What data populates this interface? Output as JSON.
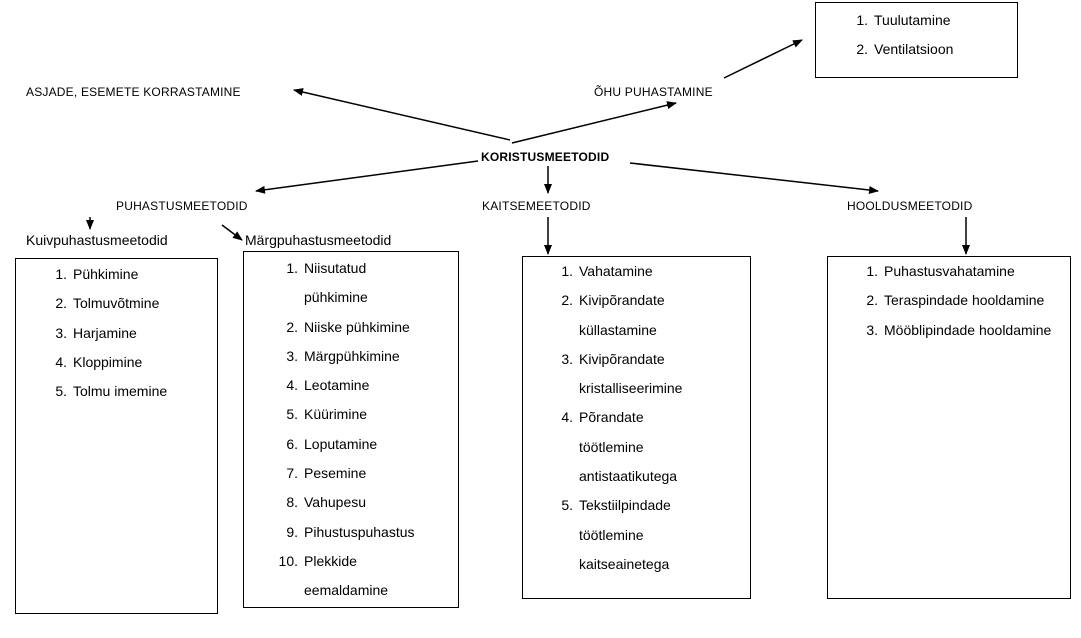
{
  "center": {
    "label": "KORISTUSMEETODID"
  },
  "top_left": {
    "label": "ASJADE, ESEMETE KORRASTAMINE"
  },
  "top_right": {
    "label": "ÕHU PUHASTAMINE",
    "items": [
      {
        "num": "1.",
        "text": "Tuulutamine"
      },
      {
        "num": "2.",
        "text": "Ventilatsioon"
      }
    ]
  },
  "puhastus": {
    "label": "PUHASTUSMEETODID",
    "kuiv": {
      "label": "Kuivpuhastusmeetodid",
      "items": [
        {
          "num": "1.",
          "text": "Pühkimine"
        },
        {
          "num": "2.",
          "text": "Tolmuvõtmine"
        },
        {
          "num": "3.",
          "text": "Harjamine"
        },
        {
          "num": "4.",
          "text": "Kloppimine"
        },
        {
          "num": "5.",
          "text": "Tolmu imemine"
        }
      ]
    },
    "marg": {
      "label": "Märgpuhastusmeetodid",
      "items": [
        {
          "num": "1.",
          "text": "Niisutatud pühkimine"
        },
        {
          "num": "2.",
          "text": "Niiske pühkimine"
        },
        {
          "num": "3.",
          "text": "Märgpühkimine"
        },
        {
          "num": "4.",
          "text": "Leotamine"
        },
        {
          "num": "5.",
          "text": "Küürimine"
        },
        {
          "num": "6.",
          "text": "Loputamine"
        },
        {
          "num": "7.",
          "text": "Pesemine"
        },
        {
          "num": "8.",
          "text": "Vahupesu"
        },
        {
          "num": "9.",
          "text": "Pihustuspuhastus"
        },
        {
          "num": "10.",
          "text": "Plekkide eemaldamine"
        }
      ]
    }
  },
  "kaitse": {
    "label": "KAITSEMEETODID",
    "items": [
      {
        "num": "1.",
        "text": "Vahatamine"
      },
      {
        "num": "2.",
        "text": "Kivipõrandate küllastamine"
      },
      {
        "num": "3.",
        "text": "Kivipõrandate kristalliseerimine"
      },
      {
        "num": "4.",
        "text": "Põrandate töötlemine antistaatikutega"
      },
      {
        "num": "5.",
        "text": "Tekstiilpindade töötlemine kaitseainetega"
      }
    ]
  },
  "hooldus": {
    "label": "HOOLDUSMEETODID",
    "items": [
      {
        "num": "1.",
        "text": "Puhastusvahatamine"
      },
      {
        "num": "2.",
        "text": "Teraspindade hooldamine"
      },
      {
        "num": "3.",
        "text": "Mööblipindade hooldamine"
      }
    ]
  }
}
